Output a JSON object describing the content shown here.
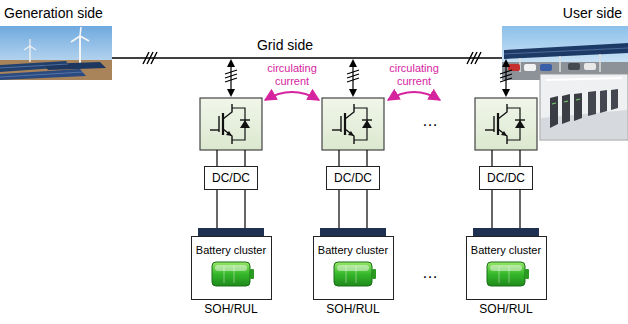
{
  "diagram": {
    "nodes": [
      {
        "text": [
          "DC/DC"
        ]
      },
      {
        "text": [
          "DC/DC"
        ]
      },
      {
        "text": [
          "DC/DC"
        ]
      },
      {
        "text": [
          "Battery cluster",
          "SOH/RUL"
        ]
      },
      {
        "text": [
          "Battery cluster",
          "SOH/RUL"
        ]
      },
      {
        "text": [
          "Battery cluster",
          "SOH/RUL"
        ]
      }
    ],
    "edges": [
      {
        "from": 0,
        "to": 3,
        "arrow": "none"
      },
      {
        "from": 1,
        "to": 4,
        "arrow": "none"
      },
      {
        "from": 2,
        "to": 5,
        "arrow": "none"
      }
    ],
    "labels": [
      "Generation side",
      "Grid side",
      "User side",
      "circulating current",
      "circulating current",
      "…",
      "…"
    ]
  }
}
